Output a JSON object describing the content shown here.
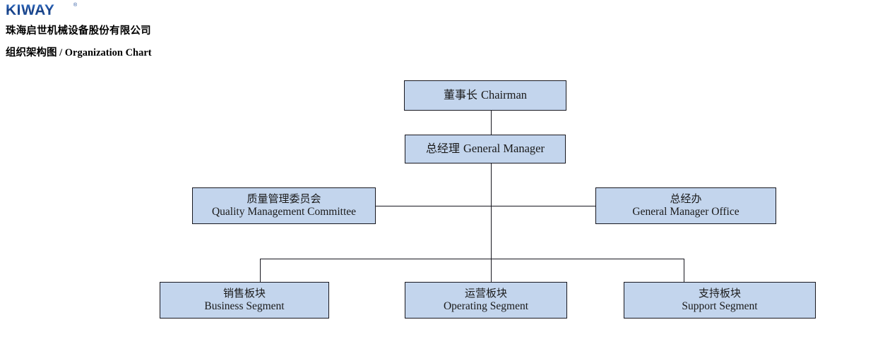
{
  "header": {
    "logo_text": "KIWAY",
    "logo_registered_mark": "®",
    "company_name": "珠海启世机械设备股份有限公司",
    "title_cn": "组织架构图",
    "title_separator": " / ",
    "title_en": "Organization Chart"
  },
  "colors": {
    "node_fill": "#c3d5ed",
    "node_border": "#17171f",
    "logo_blue": "#1f4e9c",
    "text": "#1a1a1a",
    "connector": "#17171f"
  },
  "chart_data": {
    "type": "diagram",
    "diagram_type": "organization-chart",
    "title": "组织架构图 / Organization Chart",
    "nodes": [
      {
        "id": "chairman",
        "level": 1,
        "cn": "董事长",
        "en": "Chairman",
        "layout": "inline"
      },
      {
        "id": "general-manager",
        "level": 2,
        "cn": "总经理",
        "en": "General Manager",
        "layout": "inline"
      },
      {
        "id": "quality",
        "level": 3,
        "cn": "质量管理委员会",
        "en": "Quality Management Committee",
        "layout": "stacked"
      },
      {
        "id": "gm-office",
        "level": 3,
        "cn": "总经办",
        "en": "General Manager Office",
        "layout": "stacked"
      },
      {
        "id": "business",
        "level": 4,
        "cn": "销售板块",
        "en": "Business Segment",
        "layout": "stacked"
      },
      {
        "id": "operating",
        "level": 4,
        "cn": "运营板块",
        "en": "Operating Segment",
        "layout": "stacked"
      },
      {
        "id": "support",
        "level": 4,
        "cn": "支持板块",
        "en": "Support Segment",
        "layout": "stacked"
      }
    ],
    "edges": [
      {
        "from": "chairman",
        "to": "general-manager",
        "style": "vertical"
      },
      {
        "from": "general-manager",
        "to": "quality",
        "style": "staff-left"
      },
      {
        "from": "general-manager",
        "to": "gm-office",
        "style": "staff-right"
      },
      {
        "from": "general-manager",
        "to": "business",
        "style": "elbow"
      },
      {
        "from": "general-manager",
        "to": "operating",
        "style": "vertical"
      },
      {
        "from": "general-manager",
        "to": "support",
        "style": "elbow"
      }
    ]
  }
}
